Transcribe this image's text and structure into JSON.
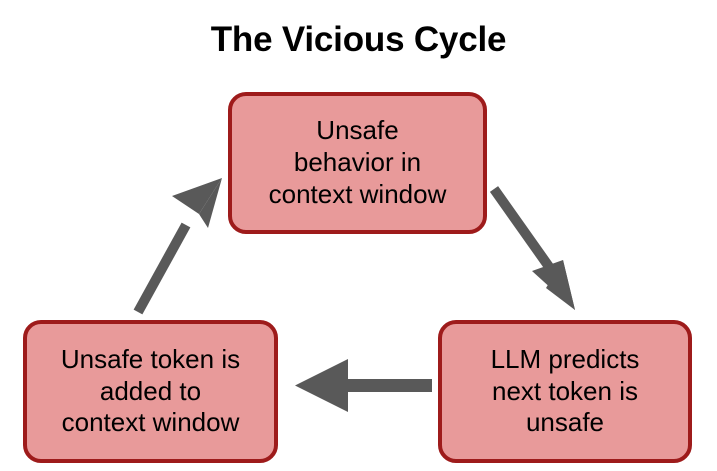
{
  "diagram": {
    "title": "The Vicious Cycle",
    "type": "cycle-flowchart",
    "background_color": "#FFFFFF",
    "node_fill_color": "#E89A9A",
    "node_border_color": "#9E1B1B",
    "arrow_color": "#595959",
    "text_color": "#000000",
    "nodes": [
      {
        "id": "unsafe-behavior",
        "label": "Unsafe\nbehavior in\ncontext window",
        "position": "top"
      },
      {
        "id": "llm-predicts",
        "label": "LLM predicts\nnext token is\nunsafe",
        "position": "bottom-right"
      },
      {
        "id": "unsafe-token-added",
        "label": "Unsafe token is\nadded to\ncontext window",
        "position": "bottom-left"
      }
    ],
    "arrows": [
      {
        "id": "top-to-bottom-right",
        "from": "unsafe-behavior",
        "to": "llm-predicts",
        "direction": "down-right"
      },
      {
        "id": "bottom-right-to-bottom-left",
        "from": "llm-predicts",
        "to": "unsafe-token-added",
        "direction": "left"
      },
      {
        "id": "bottom-left-to-top",
        "from": "unsafe-token-added",
        "to": "unsafe-behavior",
        "direction": "up-right"
      }
    ]
  }
}
